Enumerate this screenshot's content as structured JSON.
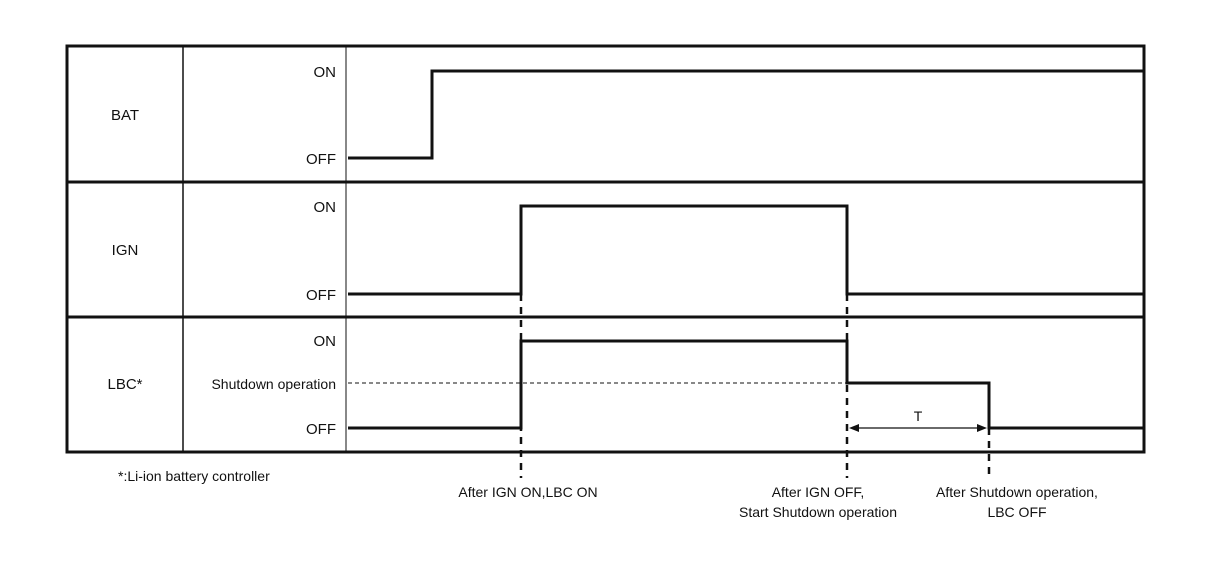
{
  "signals": [
    {
      "name": "BAT",
      "levels": {
        "on": "ON",
        "off": "OFF"
      }
    },
    {
      "name": "IGN",
      "levels": {
        "on": "ON",
        "off": "OFF"
      }
    },
    {
      "name": "LBC*",
      "levels": {
        "on": "ON",
        "shutdown": "Shutdown operation",
        "off": "OFF"
      }
    }
  ],
  "footnote": "*:Li-ion battery controller",
  "events": {
    "ign_on": [
      "After IGN ON,LBC ON"
    ],
    "ign_off": [
      "After IGN OFF,",
      "Start Shutdown operation"
    ],
    "shutdown_end": [
      "After Shutdown operation,",
      "LBC OFF"
    ]
  },
  "interval_label": "T"
}
